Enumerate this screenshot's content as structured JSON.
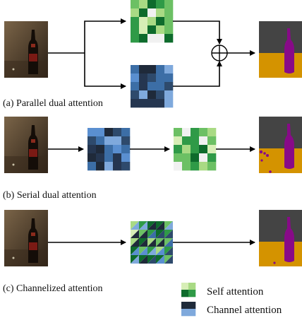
{
  "panels": [
    {
      "id": "a",
      "caption": "(a) Parallel dual attention"
    },
    {
      "id": "b",
      "caption": "(b) Serial dual attention"
    },
    {
      "id": "c",
      "caption": "(c) Channelized attention"
    }
  ],
  "legend": {
    "self_label": "Self attention",
    "channel_label": "Channel attention"
  },
  "colors": {
    "self_palette": [
      "#0e6b2c",
      "#2f9a47",
      "#6cc064",
      "#a9da84",
      "#d7eeb6",
      "#f1f1f1"
    ],
    "channel_palette": [
      "#1f2a3a",
      "#2e4a6c",
      "#3c6ea6",
      "#5a8fd0",
      "#7fa9dc",
      "#253650"
    ],
    "seg_background": "#444444",
    "seg_floor": "#d49300",
    "seg_object": "#880a88",
    "photo_dark": "#2a1f15",
    "photo_light": "#7a6448"
  }
}
